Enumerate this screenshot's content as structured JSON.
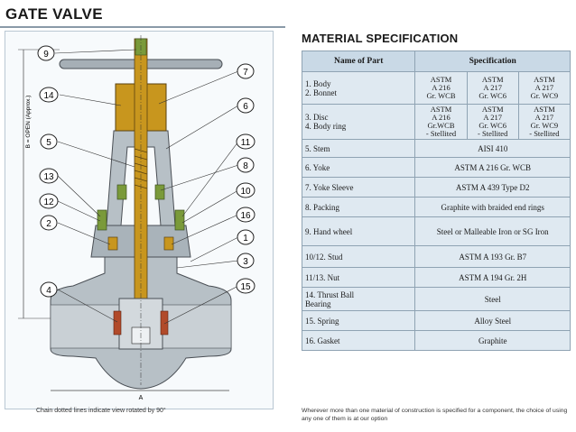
{
  "title": "GATE VALVE",
  "spec_title": "MATERIAL SPECIFICATION",
  "table": {
    "header_part": "Name of Part",
    "header_spec": "Specification",
    "rows": [
      {
        "part_lines": [
          "1.  Body",
          "2.  Bonnet"
        ],
        "specs": [
          [
            "ASTM",
            "A 216",
            "Gr. WCB"
          ],
          [
            "ASTM",
            "A 217",
            "Gr. WC6"
          ],
          [
            "ASTM",
            "A 217",
            "Gr. WC9"
          ]
        ]
      },
      {
        "part_lines": [
          "3.  Disc",
          "4.  Body ring"
        ],
        "specs": [
          [
            "ASTM",
            "A 216",
            "Gr.WCB",
            "- Stellited"
          ],
          [
            "ASTM",
            "A 217",
            "Gr. WC6",
            "- Stellited"
          ],
          [
            "ASTM",
            "A 217",
            "Gr. WC9",
            "- Stellited"
          ]
        ]
      },
      {
        "part_lines": [
          "5.  Stem"
        ],
        "spec": "AISI 410"
      },
      {
        "part_lines": [
          "6.  Yoke"
        ],
        "spec": "ASTM A 216 Gr. WCB"
      },
      {
        "part_lines": [
          "7.  Yoke Sleeve"
        ],
        "spec": "ASTM A 439 Type D2"
      },
      {
        "part_lines": [
          "8.  Packing"
        ],
        "spec": "Graphite with braided end rings"
      },
      {
        "part_lines": [
          "9.  Hand wheel"
        ],
        "spec": "Steel or Malleable Iron or SG Iron"
      },
      {
        "part_lines": [
          "10/12.  Stud"
        ],
        "spec": "ASTM A 193 Gr. B7"
      },
      {
        "part_lines": [
          "11/13. Nut"
        ],
        "spec": "ASTM A 194 Gr. 2H"
      },
      {
        "part_lines": [
          "14. Thrust Ball",
          "     Bearing"
        ],
        "spec": "Steel"
      },
      {
        "part_lines": [
          "15. Spring"
        ],
        "spec": "Alloy Steel"
      },
      {
        "part_lines": [
          "16. Gasket"
        ],
        "spec": "Graphite"
      }
    ]
  },
  "footnote_left": "Chain dotted lines indicate view rotated by 90°",
  "footnote_right": "Wherever more than one material of construction is specified for a component, the choice of using any one of them is at our option",
  "drawing": {
    "dimension_vertical": "B = OPEN (Approx.)",
    "dimension_bottom": "A",
    "callouts_left": [
      "9",
      "14",
      "5",
      "13",
      "12",
      "2",
      "4"
    ],
    "callouts_right": [
      "7",
      "6",
      "11",
      "8",
      "10",
      "16",
      "1",
      "3",
      "15"
    ]
  },
  "colors": {
    "bronze": "#c8961e",
    "green": "#7a9a3a",
    "steel": "#b7c0c6",
    "frame": "#b9c7d3"
  }
}
